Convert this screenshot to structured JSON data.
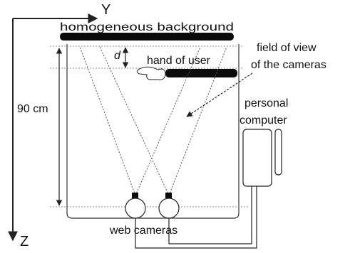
{
  "axes": {
    "y_label": "Y",
    "z_label": "Z"
  },
  "labels": {
    "background": "homogeneous background",
    "distance_symbol": "d",
    "hand": "hand of user",
    "field_of_view_line1": "field of view",
    "field_of_view_line2": "of the cameras",
    "height": "90 cm",
    "computer_line1": "personal",
    "computer_line2": "computer",
    "cameras": "web cameras"
  },
  "colors": {
    "stroke": "#222222",
    "guide_dotted": "#888888",
    "fov_dotted": "#555555",
    "fill_dark": "#0a0a0a",
    "hand_fill": "#ffffff"
  }
}
